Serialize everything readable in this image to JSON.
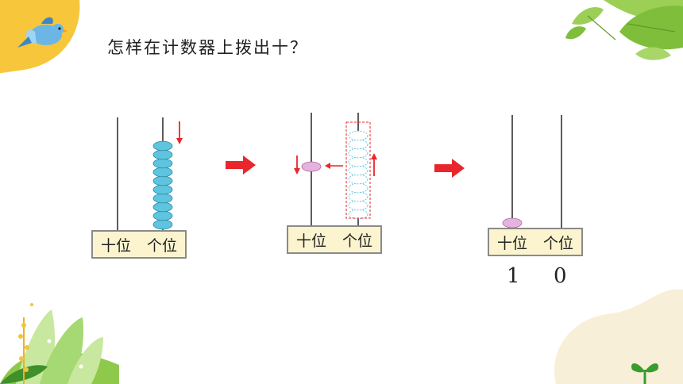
{
  "question": "怎样在计数器上拨出十？",
  "abacus": {
    "tens_label": "十位",
    "ones_label": "个位"
  },
  "steps": [
    {
      "tens_beads": 0,
      "ones_beads": 10
    },
    {
      "tens_beads": 1,
      "ones_beads": 10
    },
    {
      "tens_beads": 1,
      "ones_beads": 0
    }
  ],
  "result": {
    "tens_digit": "1",
    "ones_digit": "0"
  },
  "colors": {
    "ones_bead": "#5ec4df",
    "tens_bead": "#e6b3de",
    "arrow": "#e8262b",
    "label_bg": "#fbf4cf",
    "corner_yellow": "#f8c63a",
    "leaf_green": "#7fbe3a",
    "blob_beige": "#f7efd8"
  },
  "icons": [
    "bird-icon",
    "leaf-icon",
    "sprout-icon"
  ]
}
